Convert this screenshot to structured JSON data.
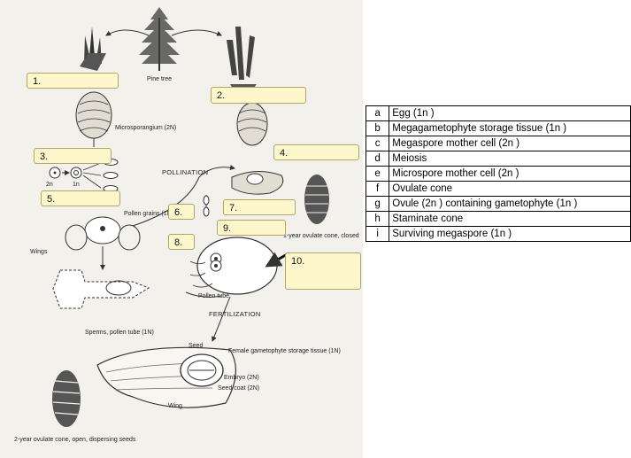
{
  "diagram_labels": {
    "pine_tree": "Pine tree",
    "microsporangium": "Microsporangium (2N)",
    "two_n": "2n",
    "one_n": "1n",
    "pollination": "POLLINATION",
    "pollen_grains": "Pollen grains (1N)",
    "wings": "Wings",
    "sperms_pollen_tube": "Sperms, pollen tube (1N)",
    "one_year_cone": "1-year ovulate cone, closed",
    "pollen_tube": "Pollen tube",
    "fertilization": "FERTILIZATION",
    "seed": "Seed",
    "female_gametophyte": "Female gametophyte storage tissue (1N)",
    "embryo": "Embryo (2N)",
    "seed_coat": "Seed coat (2N)",
    "wing": "Wing",
    "two_year_cone": "2-year ovulate cone, open, dispersing seeds"
  },
  "answer_boxes": [
    "1.",
    "2.",
    "3.",
    "4.",
    "5.",
    "6.",
    "7.",
    "8.",
    "9.",
    "10."
  ],
  "legend": [
    {
      "letter": "a",
      "text": "Egg (1n )"
    },
    {
      "letter": "b",
      "text": "Megagametophyte storage tissue (1n )"
    },
    {
      "letter": "c",
      "text": "Megaspore mother cell (2n )"
    },
    {
      "letter": "d",
      "text": "Meiosis"
    },
    {
      "letter": "e",
      "text": "Microspore mother cell (2n )"
    },
    {
      "letter": "f",
      "text": "Ovulate cone"
    },
    {
      "letter": "g",
      "text": "Ovule (2n ) containing gametophyte (1n )"
    },
    {
      "letter": "h",
      "text": "Staminate cone"
    },
    {
      "letter": "i",
      "text": "Surviving megaspore (1n )"
    }
  ]
}
